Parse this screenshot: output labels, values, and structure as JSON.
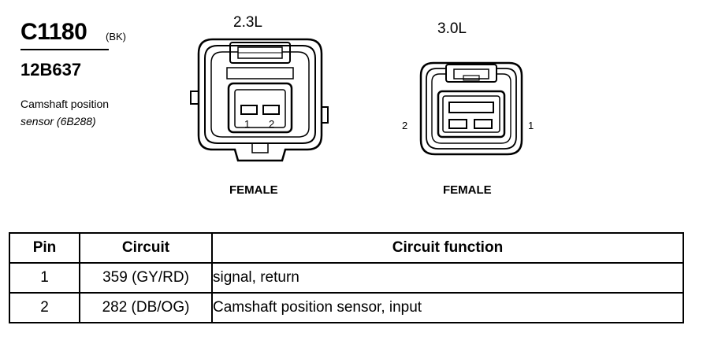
{
  "header": {
    "connector_id": "C1180",
    "color_code": "(BK)",
    "part_number": "12B637",
    "description_line1": "Camshaft position",
    "description_line2": "sensor (6B288)"
  },
  "connectors": [
    {
      "variant": "2.3L",
      "gender": "FEMALE",
      "pins": [
        "1",
        "2"
      ]
    },
    {
      "variant": "3.0L",
      "gender": "FEMALE",
      "pins": [
        "2",
        "1"
      ]
    }
  ],
  "table": {
    "headers": [
      "Pin",
      "Circuit",
      "Circuit function"
    ],
    "rows": [
      {
        "pin": "1",
        "circuit": "359 (GY/RD)",
        "function": "signal, return"
      },
      {
        "pin": "2",
        "circuit": "282 (DB/OG)",
        "function": "Camshaft position sensor, input"
      }
    ]
  }
}
